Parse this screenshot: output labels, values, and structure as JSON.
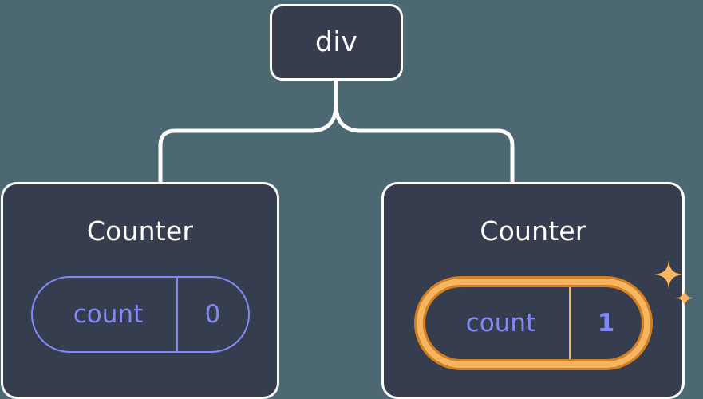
{
  "diagram": {
    "type": "component-tree",
    "background_color": "#4C6873",
    "node_fill_color": "#353D4E",
    "node_border_color": "#FFFFFF",
    "edge_color": "#FFFFFF",
    "accent_state_color": "#8488F7",
    "highlight_color": "#F8B55F",
    "highlight_outline_color": "#D4801E"
  },
  "root": {
    "label": "div"
  },
  "children": [
    {
      "id": "counter-left",
      "title": "Counter",
      "state": {
        "key": "count",
        "value": "0",
        "highlighted": false
      }
    },
    {
      "id": "counter-right",
      "title": "Counter",
      "state": {
        "key": "count",
        "value": "1",
        "highlighted": true
      },
      "sparkle_icons": [
        "sparkle-large-icon",
        "sparkle-small-icon"
      ]
    }
  ]
}
